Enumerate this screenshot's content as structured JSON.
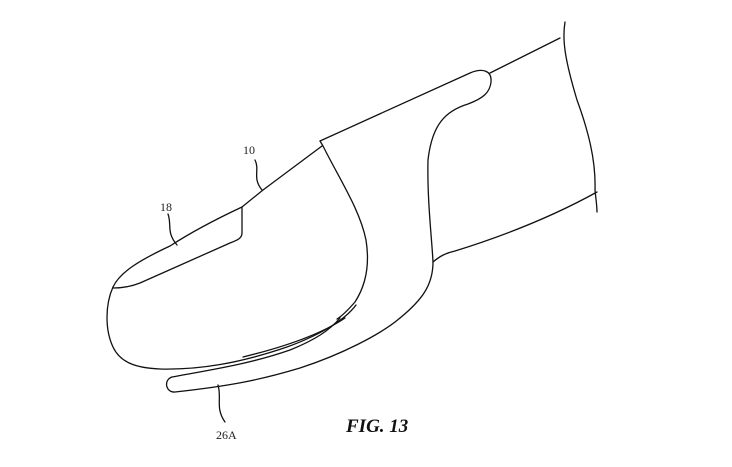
{
  "figure": {
    "title": "FIG. 13",
    "labels": {
      "device": "10",
      "nail_region": "18",
      "tab": "26A"
    }
  }
}
